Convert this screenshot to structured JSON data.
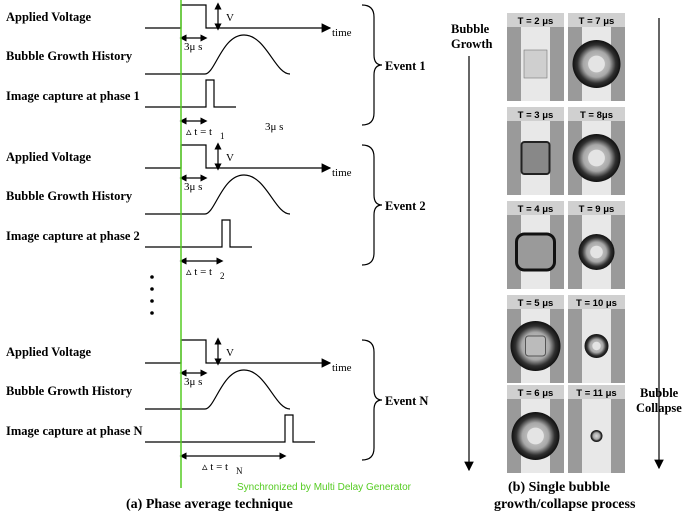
{
  "events": [
    {
      "voltage_label": "Applied Voltage",
      "v_label": "V",
      "time_label": "time",
      "growth_label": "Bubble Growth History",
      "delay_label": "3μ s",
      "capture_label": "Image capture at phase 1",
      "dt_label": "▵ t = t",
      "dt_sub": "1",
      "extra_label": "3μ s",
      "event_label": "Event 1"
    },
    {
      "voltage_label": "Applied Voltage",
      "v_label": "V",
      "time_label": "time",
      "growth_label": "Bubble Growth History",
      "delay_label": "3μ s",
      "capture_label": "Image capture at phase 2",
      "dt_label": "▵ t = t",
      "dt_sub": "2",
      "event_label": "Event 2"
    },
    {
      "voltage_label": "Applied Voltage",
      "v_label": "V",
      "time_label": "time",
      "growth_label": "Bubble Growth History",
      "delay_label": "3μ s",
      "capture_label": "Image capture at phase N",
      "dt_label": "▵ t = t",
      "dt_sub": "N",
      "event_label": "Event N"
    }
  ],
  "sync_label": "Synchronized by Multi Delay Generator",
  "caption_a": "(a) Phase average technique",
  "caption_b_line1": "(b) Single bubble",
  "caption_b_line2": "growth/collapse process",
  "growth_arrow_line1": "Bubble",
  "growth_arrow_line2": "Growth",
  "collapse_arrow_line1": "Bubble",
  "collapse_arrow_line2": "Collapse",
  "frames": [
    {
      "label": "T = 2 μs",
      "stage": "none"
    },
    {
      "label": "T = 7 μs",
      "stage": "full"
    },
    {
      "label": "T = 3 μs",
      "stage": "small-square"
    },
    {
      "label": "T = 8μs",
      "stage": "full"
    },
    {
      "label": "T = 4 μs",
      "stage": "square"
    },
    {
      "label": "T = 9 μs",
      "stage": "shrink"
    },
    {
      "label": "T = 5 μs",
      "stage": "large"
    },
    {
      "label": "T = 10 μs",
      "stage": "small"
    },
    {
      "label": "T = 6 μs",
      "stage": "full"
    },
    {
      "label": "T = 11 μs",
      "stage": "tiny"
    }
  ],
  "colors": {
    "sync_line": "#55cc22",
    "frame_bg": "#9a9a9a",
    "frame_label_bg": "#d0d0d0"
  }
}
